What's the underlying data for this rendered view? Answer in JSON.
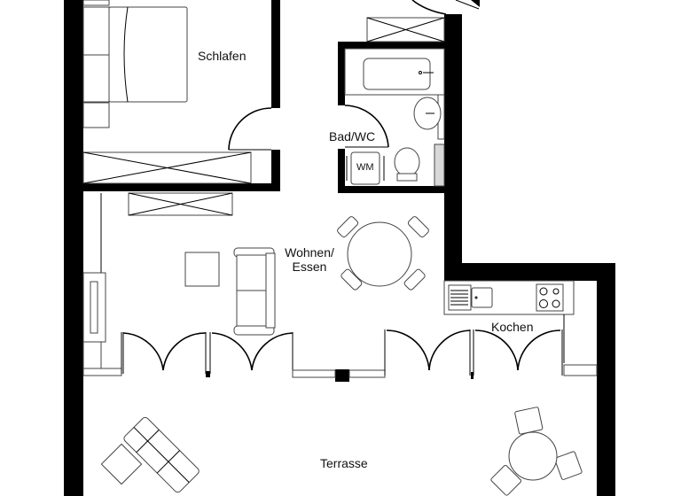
{
  "plan": {
    "type": "apartment floor plan",
    "colors": {
      "wall": "#000000",
      "background": "#ffffff",
      "furniture_stroke": "#444444"
    },
    "rooms": [
      {
        "id": "schlafen",
        "label": "Schlafen"
      },
      {
        "id": "bad",
        "label": "Bad/WC"
      },
      {
        "id": "wohnen",
        "label_line1": "Wohnen/",
        "label_line2": "Essen"
      },
      {
        "id": "kochen",
        "label": "Kochen"
      },
      {
        "id": "terrasse",
        "label": "Terrasse"
      }
    ],
    "fixtures": {
      "washing_machine": "WM"
    }
  }
}
